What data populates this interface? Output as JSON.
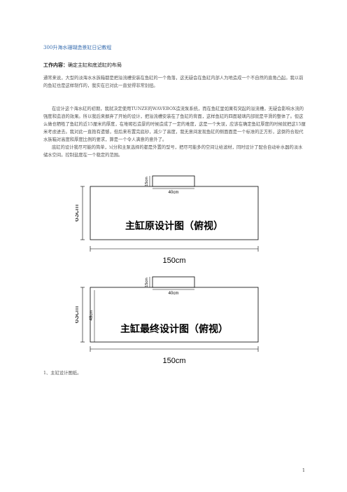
{
  "doc": {
    "title": "300升海水珊瑚造景缸日记教程",
    "work_label": "工作内容：",
    "work_value": "确定主缸和底滤缸的布局",
    "para1": "通常来说，大型的淡海水水族箱都是把溢流槽安装在鱼缸的一个角落，这无疑会在鱼缸内部人为地造成一个不自然的直角凸起。我以前的鱼缸也是这样制作的，我实在已对此一直觉得非常别扭。",
    "para2": "在设计这个海水缸的初期，我就决定使用TUNZE的WAVEBOX造流泵系统，而在鱼缸里如果有突起的溢流槽，无疑会影响水流的强度和造浪的效果。所以我后来摒弃了开始的设计，把溢流槽安装在了鱼缸的背面，这样鱼缸的四面玻璃内部就是平滑的整体了。但这么做也牺牲了鱼缸的近15厘米的厚度，在堆砌石造景的时候造成了一定的难度，这是一个失误，应该在确定鱼缸厚度的时候就把这15厘米考虑进去。我对此一直抱有遗憾，但后来布置完底砂，减少了高度，我无意间发现鱼缸的侧面面是一个标准的正方形，这倒符合现代水族箱对高度和厚度比例的要求，算是一个令人满意的意外了。",
    "para3": "底缸的设计我尽可能的简单，뇌分和主泵选择的都是外置的型号，把尽可能多的空间让给滤材，同时设计了配合自动补水器的淡水储水空间。控制盐度在一个稳定的范围。",
    "caption": "1、主缸设计图纸。",
    "page_number": "1"
  },
  "figure1": {
    "height_label": "63cm",
    "width_label": "150cm",
    "overflow_w_label": "40cm",
    "overflow_d_label": "15cm",
    "center_text": "主缸原设计图（俯视）"
  },
  "figure2": {
    "height_label": "63cm",
    "inner_label": "48cm",
    "width_label": "150cm",
    "overflow_w_label": "40cm",
    "overflow_d_label": "15cm",
    "center_text": "主缸最终设计图（俯视）"
  }
}
